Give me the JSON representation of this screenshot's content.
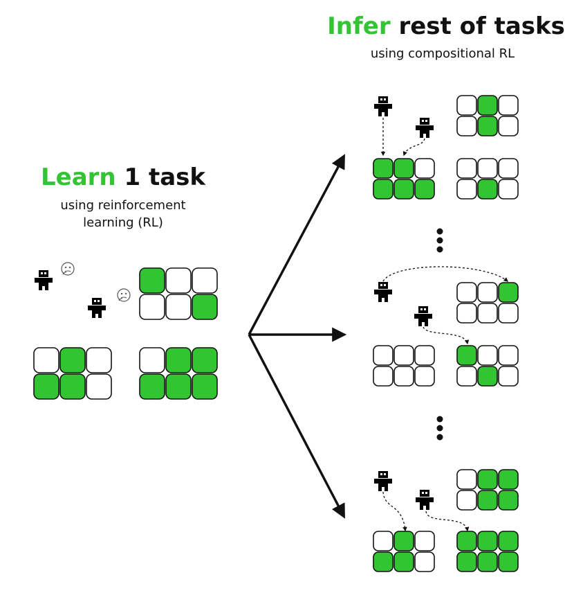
{
  "colors": {
    "accent": "#33c433",
    "tile_border": "#111111",
    "tile_empty": "#ffffff"
  },
  "left": {
    "title_accent": "Learn",
    "title_rest": " 1 task",
    "subtitle_line1": "using reinforcement",
    "subtitle_line2": "learning (RL)"
  },
  "right": {
    "title_accent": "Infer",
    "title_rest": " rest of tasks",
    "subtitle": "using compositional RL"
  },
  "icons": [
    "robot-icon",
    "thinking-face-icon",
    "arrow-icon",
    "ellipsis-dots-icon"
  ],
  "grids": {
    "learn_top": [
      [
        1,
        0,
        0
      ],
      [
        0,
        0,
        1
      ]
    ],
    "learn_bottom_left": [
      [
        0,
        1,
        0
      ],
      [
        1,
        1,
        0
      ]
    ],
    "learn_bottom_right": [
      [
        0,
        1,
        1
      ],
      [
        1,
        1,
        1
      ]
    ],
    "infer1_top_right": [
      [
        0,
        1,
        0
      ],
      [
        0,
        1,
        0
      ]
    ],
    "infer1_bottom_left": [
      [
        1,
        1,
        0
      ],
      [
        1,
        1,
        1
      ]
    ],
    "infer1_bottom_right": [
      [
        0,
        0,
        0
      ],
      [
        0,
        1,
        0
      ]
    ],
    "infer2_top_right": [
      [
        0,
        0,
        1
      ],
      [
        0,
        0,
        0
      ]
    ],
    "infer2_bottom_left": [
      [
        0,
        0,
        0
      ],
      [
        0,
        0,
        0
      ]
    ],
    "infer2_bottom_right": [
      [
        1,
        0,
        0
      ],
      [
        0,
        1,
        0
      ]
    ],
    "infer3_top_right": [
      [
        0,
        1,
        1
      ],
      [
        0,
        1,
        1
      ]
    ],
    "infer3_bottom_left": [
      [
        0,
        1,
        0
      ],
      [
        1,
        1,
        0
      ]
    ],
    "infer3_bottom_right": [
      [
        1,
        1,
        1
      ],
      [
        1,
        1,
        1
      ]
    ]
  }
}
